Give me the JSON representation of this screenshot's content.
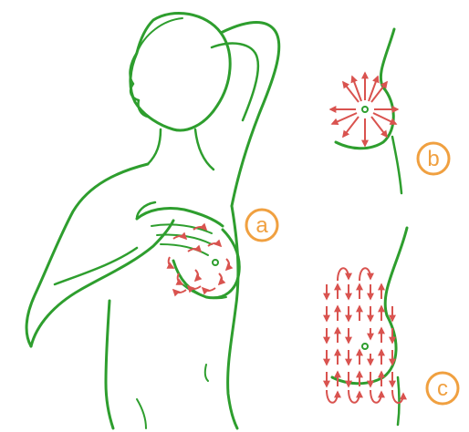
{
  "labels": {
    "a": "a",
    "b": "b",
    "c": "c"
  },
  "colors": {
    "outline": "#2e9e2e",
    "arrow": "#d9534f",
    "badge": "#f0a040",
    "background": "#ffffff"
  },
  "panels": [
    {
      "id": "a",
      "pattern": "circular-around-nipple"
    },
    {
      "id": "b",
      "pattern": "radial-from-nipple"
    },
    {
      "id": "c",
      "pattern": "vertical-strips"
    }
  ]
}
